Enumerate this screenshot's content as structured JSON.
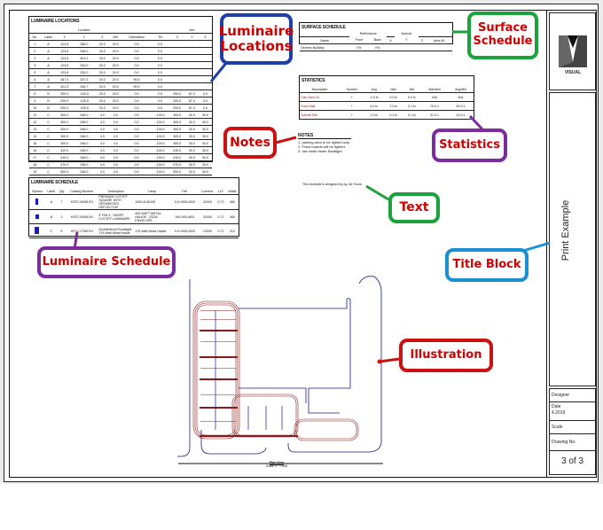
{
  "title_block": {
    "logo_text": "VISUAL",
    "drawing_title": "Print Example",
    "fields": [
      {
        "label": "Designer",
        "value": ""
      },
      {
        "label": "Date",
        "value": "4.2019"
      },
      {
        "label": "Scale",
        "value": ""
      },
      {
        "label": "Drawing No.",
        "value": ""
      }
    ],
    "sheet": "3 of 3"
  },
  "luminaire_locations": {
    "title": "LUMINAIRE LOCATIONS",
    "group_headers": {
      "location": "Location",
      "aim": "Aim"
    },
    "columns": [
      "No.",
      "Label",
      "X",
      "Y",
      "Z",
      "MH",
      "Orientation",
      "Tilt",
      "X",
      "Y",
      "Z"
    ],
    "rows": [
      [
        "1",
        "A",
        "123.6",
        "388.0",
        "20.0",
        "20.0",
        "0.0",
        "0.0",
        "",
        "",
        ""
      ],
      [
        "2",
        "A",
        "123.6",
        "348.0",
        "20.0",
        "20.0",
        "0.0",
        "0.0",
        "",
        "",
        ""
      ],
      [
        "3",
        "A",
        "123.6",
        "401.3",
        "20.0",
        "20.0",
        "0.0",
        "0.0",
        "",
        "",
        ""
      ],
      [
        "4",
        "A",
        "123.6",
        "343.0",
        "20.0",
        "20.0",
        "0.0",
        "0.0",
        "",
        "",
        ""
      ],
      [
        "5",
        "A",
        "123.6",
        "330.0",
        "20.0",
        "20.0",
        "0.0",
        "0.0",
        "",
        "",
        ""
      ],
      [
        "6",
        "A",
        "287.4",
        "347.3",
        "20.0",
        "20.0",
        "90.0",
        "0.0",
        "",
        "",
        ""
      ],
      [
        "7",
        "A",
        "421.3",
        "346.7",
        "20.0",
        "20.0",
        "90.0",
        "0.0",
        "",
        "",
        ""
      ],
      [
        "8",
        "B",
        "200.0",
        "-100.0",
        "20.0",
        "20.0",
        "0.0",
        "0.0",
        "200.0",
        "67.4",
        "0.0"
      ],
      [
        "9",
        "B",
        "200.0",
        "-100.0",
        "20.0",
        "20.0",
        "0.0",
        "0.0",
        "200.0",
        "67.4",
        "0.0"
      ],
      [
        "10",
        "B",
        "200.0",
        "-100.0",
        "20.0",
        "20.0",
        "0.0",
        "0.0",
        "200.0",
        "67.4",
        "0.0"
      ],
      [
        "11",
        "C",
        "300.0",
        "348.0",
        "4.0",
        "4.0",
        "0.0",
        "-100.0",
        "300.0",
        "30.0",
        "30.0"
      ],
      [
        "12",
        "C",
        "300.0",
        "348.0",
        "4.0",
        "4.0",
        "0.0",
        "-100.0",
        "300.0",
        "30.0",
        "30.0"
      ],
      [
        "13",
        "C",
        "300.0",
        "348.0",
        "4.0",
        "4.0",
        "0.0",
        "-100.0",
        "300.0",
        "30.0",
        "30.0"
      ],
      [
        "14",
        "C",
        "300.0",
        "348.0",
        "4.0",
        "4.0",
        "0.0",
        "-100.0",
        "300.0",
        "30.0",
        "30.0"
      ],
      [
        "15",
        "C",
        "300.0",
        "348.0",
        "4.0",
        "4.0",
        "0.0",
        "-100.0",
        "300.0",
        "30.0",
        "30.0"
      ],
      [
        "16",
        "C",
        "410.0",
        "348.0",
        "4.0",
        "4.0",
        "0.0",
        "-100.0",
        "410.0",
        "30.0",
        "30.0"
      ],
      [
        "17",
        "C",
        "410.0",
        "348.0",
        "4.0",
        "4.0",
        "0.0",
        "-100.0",
        "410.0",
        "30.0",
        "30.0"
      ],
      [
        "18",
        "C",
        "470.0",
        "348.0",
        "4.0",
        "4.0",
        "0.0",
        "-100.0",
        "470.0",
        "30.0",
        "30.0"
      ],
      [
        "19",
        "C",
        "500.0",
        "348.0",
        "4.0",
        "4.0",
        "0.0",
        "-100.0",
        "500.0",
        "30.0",
        "30.0"
      ]
    ]
  },
  "surface_schedule": {
    "title": "SURFACE SCHEDULE",
    "group_headers": {
      "reflectance": "Reflectance",
      "normal": "Normal"
    },
    "columns": [
      "Name",
      "Front",
      "Back",
      "X",
      "Y",
      "Z",
      "Area (ft)"
    ],
    "rows": [
      [
        "Generic Building",
        "0%",
        "0%",
        "",
        "",
        "",
        ""
      ]
    ]
  },
  "statistics": {
    "title": "STATISTICS",
    "columns": [
      "Description",
      "Symbol",
      "Avg",
      "Max",
      "Min",
      "Max/Min",
      "Avg/Min"
    ],
    "rows": [
      [
        "Calc Zone #2",
        "+",
        "-1.0 fc",
        "0.0 fc",
        "0.0 fc",
        "N/A",
        "N/A"
      ],
      [
        "Front Wall",
        "+",
        "4.0 fc",
        "7.0 fc",
        "0.1 fc",
        "70.0:1",
        "40.0:1"
      ],
      [
        "Tutorial Site",
        "+",
        "1.0 fc",
        "0.1 fc",
        "0.1 fc",
        "31.0:1",
        "10.0:1"
      ]
    ]
  },
  "notes": {
    "title": "NOTES",
    "items": [
      "1. parking area to be lighted only.",
      "2. Fixed boards will be lighted.",
      "3. use white beam floodlight."
    ]
  },
  "free_text": "This example is designed by eg. All Hours.",
  "luminaire_schedule": {
    "title": "LUMINAIRE SCHEDULE",
    "columns": [
      "Symbol",
      "Label",
      "Qty",
      "Catalog Number",
      "Description",
      "Lamp",
      "File",
      "Lumens",
      "LLF",
      "Watts"
    ],
    "rows": [
      [
        "",
        "A",
        "7",
        "KSF2-400M-R3",
        "PREMIUM CUTOFF SQUARE WITH SEGMENTED REFLECTOR",
        "1000-M-BO28",
        "0-H-0000-M03",
        "32000",
        "0.72",
        "460"
      ],
      [
        "",
        "B",
        "3",
        "KSF2-400M-R4",
        "9' PIN 4 - SHORT CUTOFF LUMINAIRE",
        "400 WATT METAL HALIDE - ED28 ENVELOPE",
        "000-400-M03",
        "32000",
        "0.72",
        "460"
      ],
      [
        "",
        "C",
        "6",
        "KPL2-175M-R4",
        "Architectural Floodlight, 175 Watt Metal Halide",
        "175 Watt Metal Halide",
        "0-H-0000-M03",
        "13000",
        "0.72",
        "210"
      ]
    ]
  },
  "illustration": {
    "caption": "Plan View",
    "scale": "Scale: 1\" = 60ft"
  },
  "callouts": {
    "luminaire_locations": "Luminaire Locations",
    "surface_schedule": "Surface Schedule",
    "statistics": "Statistics",
    "notes": "Notes",
    "text": "Text",
    "luminaire_schedule": "Luminaire Schedule",
    "title_block": "Title Block",
    "illustration": "Illustration"
  },
  "colors": {
    "callout_text": "#d00000",
    "blue_callout": "#1f3fa8",
    "green_callout": "#1aa33a",
    "purple_callout": "#7b2d9e",
    "red_callout": "#cc1111",
    "cyan_callout": "#1a8fd6",
    "plan_outline": "#1a1a8a",
    "plan_isolines": "#8a1a1a"
  }
}
